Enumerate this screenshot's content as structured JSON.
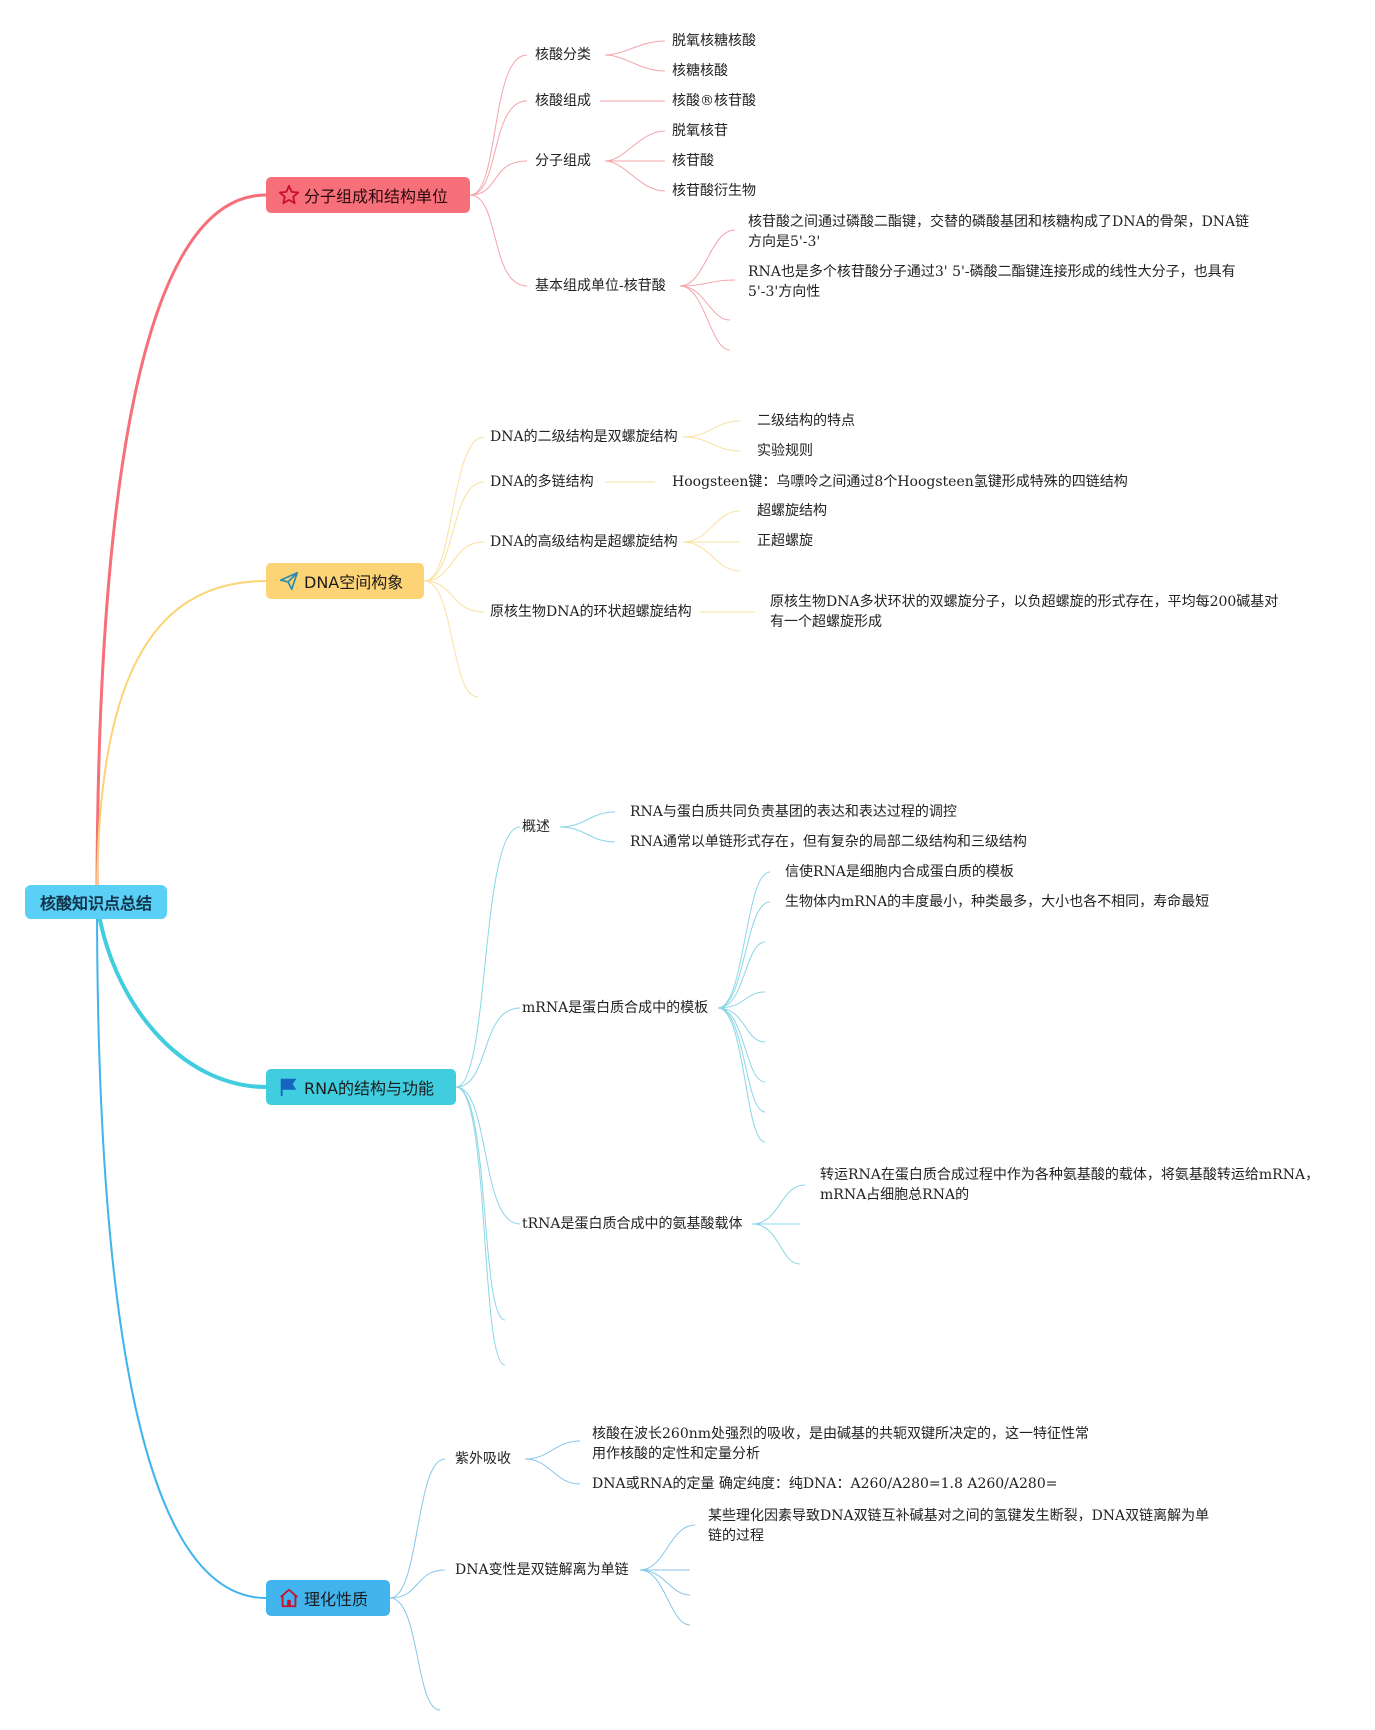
{
  "root": "核酸知识点总结",
  "colors": {
    "root": "#5bd0f6",
    "branch1": "#f66f79",
    "branch2": "#fcd375",
    "branch3": "#3fcddf",
    "branch4": "#41b4ee"
  },
  "branch1": {
    "label": "分子组成和结构单位",
    "icon": "star-icon",
    "children": [
      {
        "label": "核酸分类",
        "items": [
          "脱氧核糖核酸",
          "核糖核酸"
        ]
      },
      {
        "label": "核酸组成",
        "items": [
          "核酸®核苷酸"
        ]
      },
      {
        "label": "分子组成",
        "items": [
          "脱氧核苷",
          "核苷酸",
          "核苷酸衍生物"
        ]
      },
      {
        "label": "基本组成单位-核苷酸",
        "items": [
          "核苷酸之间通过磷酸二酯键，交替的磷酸基团和核糖构成了DNA的骨架，DNA链方向是5'-3'",
          "RNA也是多个核苷酸分子通过3' 5'-磷酸二酯键连接形成的线性大分子，也具有5'-3'方向性"
        ]
      }
    ]
  },
  "branch2": {
    "label": "DNA空间构象",
    "icon": "paper-plane-icon",
    "children": [
      {
        "label": "DNA的二级结构是双螺旋结构",
        "items": [
          "二级结构的特点",
          "实验规则"
        ]
      },
      {
        "label": "DNA的多链结构",
        "items": [
          "Hoogsteen键：乌嘌呤之间通过8个Hoogsteen氢键形成特殊的四链结构"
        ]
      },
      {
        "label": "DNA的高级结构是超螺旋结构",
        "items": [
          "超螺旋结构",
          "正超螺旋"
        ]
      },
      {
        "label": "原核生物DNA的环状超螺旋结构",
        "items": [
          "原核生物DNA多状环状的双螺旋分子，以负超螺旋的形式存在，平均每200碱基对有一个超螺旋形成"
        ]
      }
    ]
  },
  "branch3": {
    "label": "RNA的结构与功能",
    "icon": "flag-icon",
    "children": [
      {
        "label": "概述",
        "items": [
          "RNA与蛋白质共同负责基团的表达和表达过程的调控",
          "RNA通常以单链形式存在，但有复杂的局部二级结构和三级结构"
        ]
      },
      {
        "label": "mRNA是蛋白质合成中的模板",
        "items": [
          "信使RNA是细胞内合成蛋白质的模板",
          "生物体内mRNA的丰度最小，种类最多，大小也各不相同，寿命最短"
        ]
      },
      {
        "label": "tRNA是蛋白质合成中的氨基酸载体",
        "items": [
          "转运RNA在蛋白质合成过程中作为各种氨基酸的载体，将氨基酸转运给mRNA，mRNA占细胞总RNA的"
        ]
      }
    ]
  },
  "branch4": {
    "label": "理化性质",
    "icon": "house-icon",
    "children": [
      {
        "label": "紫外吸收",
        "items": [
          "核酸在波长260nm处强烈的吸收，是由碱基的共轭双键所决定的，这一特征性常用作核酸的定性和定量分析",
          "DNA或RNA的定量 确定纯度：纯DNA：A260/A280=1.8 A260/A280="
        ]
      },
      {
        "label": "DNA变性是双链解离为单链",
        "items": [
          "某些理化因素导致DNA双链互补碱基对之间的氢键发生断裂，DNA双链离解为单链的过程"
        ]
      }
    ]
  }
}
